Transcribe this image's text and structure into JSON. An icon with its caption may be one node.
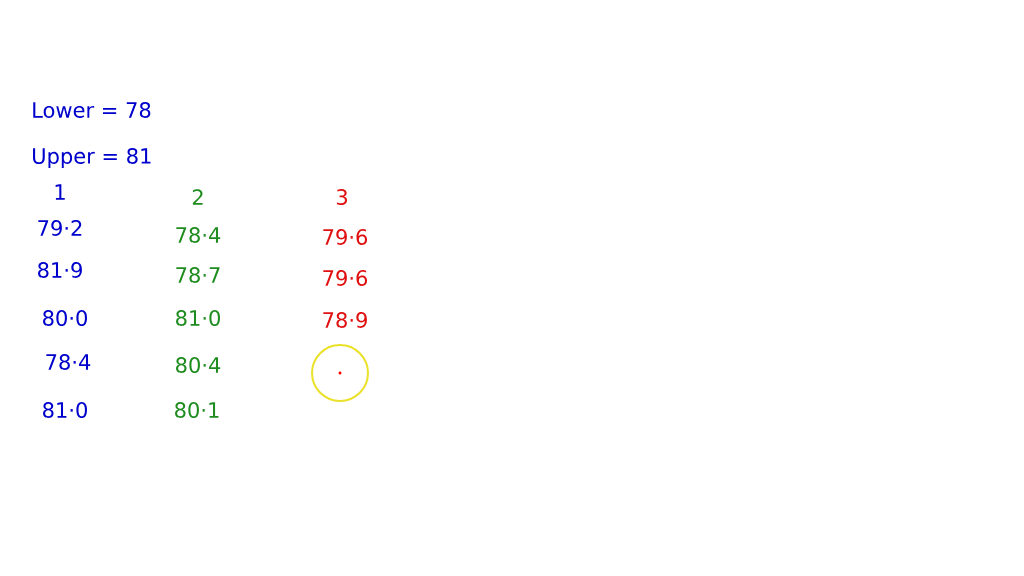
{
  "diagram": {
    "labels": [
      "Lower = 78",
      "Upper = 81",
      "1",
      "2",
      "3",
      "79·2",
      "78·4",
      "79·6",
      "81·9",
      "78·7",
      "79·6",
      "80·0",
      "81·0",
      "78·9",
      "78·4",
      "80·4",
      "81·0",
      "80·1"
    ]
  }
}
